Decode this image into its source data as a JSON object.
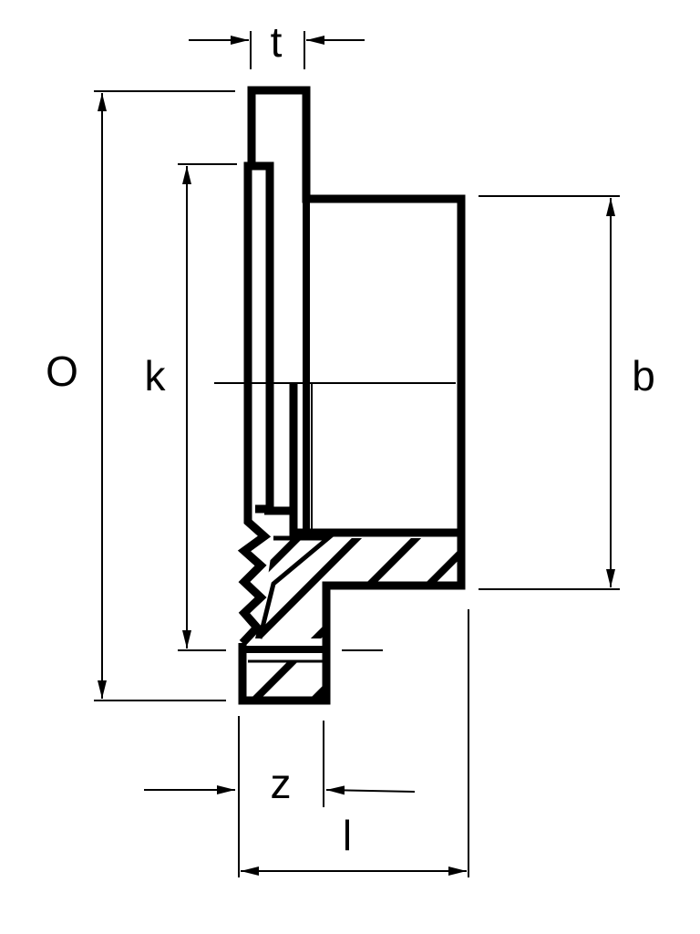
{
  "diagram": {
    "labels": {
      "t": "t",
      "O": "O",
      "k": "k",
      "b": "b",
      "z": "z",
      "l": "l"
    },
    "colors": {
      "line": "#000000",
      "background": "#ffffff"
    }
  }
}
